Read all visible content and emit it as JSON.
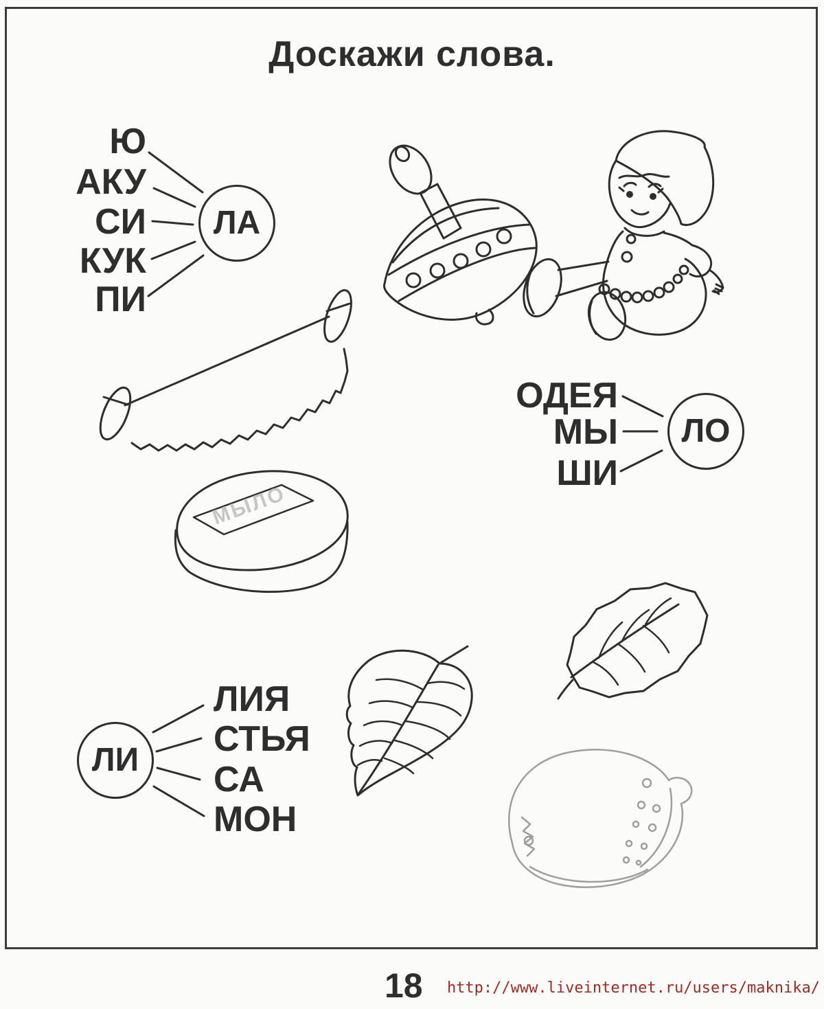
{
  "page": {
    "title": "Доскажи слова.",
    "page_number": "18",
    "source_url": "http://www.liveinternet.ru/users/maknika/",
    "ink_color": "#2e2e2e",
    "url_color": "#9b2b24"
  },
  "exercises": [
    {
      "circle_syllable": "ЛА",
      "word_fragments": [
        "Ю",
        "АКУ",
        "СИ",
        "КУК",
        "ПИ"
      ]
    },
    {
      "circle_syllable": "ЛО",
      "word_fragments": [
        "ОДЕЯ",
        "МЫ",
        "ШИ"
      ]
    },
    {
      "circle_syllable": "ЛИ",
      "word_fragments": [
        "ЛИЯ",
        "СТЬЯ",
        "СА",
        "МОН"
      ]
    }
  ],
  "soap": {
    "embossed_text": "МЫЛО"
  },
  "illustrations": [
    "spinning-top",
    "doll",
    "two-handle-saw",
    "soap-bar",
    "birch-leaf",
    "serrated-leaf",
    "lemon"
  ]
}
